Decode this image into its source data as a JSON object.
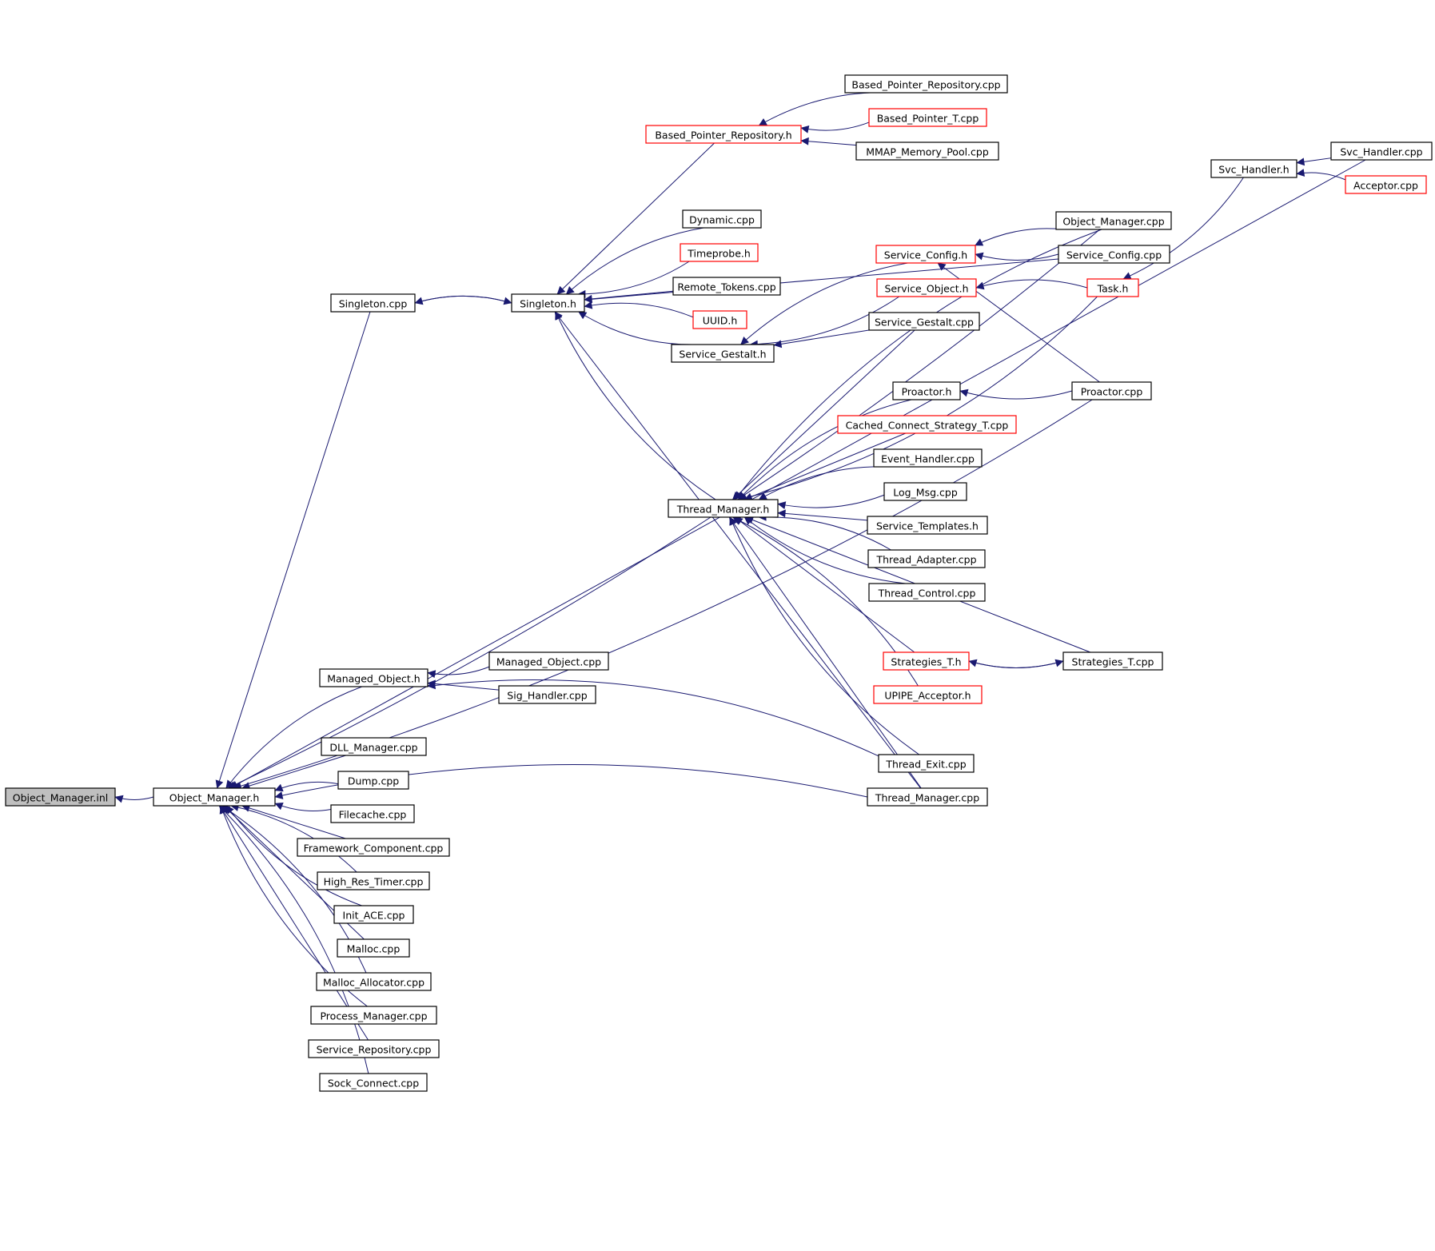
{
  "colors": {
    "edge": "#191970",
    "node_border_normal": "#000000",
    "node_border_truncated": "#ff0000",
    "root_fill": "#bfbfbf",
    "node_fill": "#ffffff"
  },
  "nodes": [
    {
      "id": "n_om_inl",
      "label": "Object_Manager.inl",
      "style": "root"
    },
    {
      "id": "n_om_h",
      "label": "Object_Manager.h",
      "style": "normal"
    },
    {
      "id": "n_singleton_cpp",
      "label": "Singleton.cpp",
      "style": "normal"
    },
    {
      "id": "n_singleton_h",
      "label": "Singleton.h",
      "style": "normal"
    },
    {
      "id": "n_bpr_h",
      "label": "Based_Pointer_Repository.h",
      "style": "truncated"
    },
    {
      "id": "n_bpr_cpp",
      "label": "Based_Pointer_Repository.cpp",
      "style": "normal"
    },
    {
      "id": "n_bpt_cpp",
      "label": "Based_Pointer_T.cpp",
      "style": "truncated"
    },
    {
      "id": "n_mmap_cpp",
      "label": "MMAP_Memory_Pool.cpp",
      "style": "normal"
    },
    {
      "id": "n_dynamic_cpp",
      "label": "Dynamic.cpp",
      "style": "normal"
    },
    {
      "id": "n_timeprobe_h",
      "label": "Timeprobe.h",
      "style": "truncated"
    },
    {
      "id": "n_remote_tokens_cpp",
      "label": "Remote_Tokens.cpp",
      "style": "normal"
    },
    {
      "id": "n_uuid_h",
      "label": "UUID.h",
      "style": "truncated"
    },
    {
      "id": "n_sgestalt_h",
      "label": "Service_Gestalt.h",
      "style": "normal"
    },
    {
      "id": "n_sconfig_h",
      "label": "Service_Config.h",
      "style": "truncated"
    },
    {
      "id": "n_sobject_h",
      "label": "Service_Object.h",
      "style": "truncated"
    },
    {
      "id": "n_sgestalt_cpp",
      "label": "Service_Gestalt.cpp",
      "style": "normal"
    },
    {
      "id": "n_om_cpp",
      "label": "Object_Manager.cpp",
      "style": "normal"
    },
    {
      "id": "n_sconfig_cpp",
      "label": "Service_Config.cpp",
      "style": "normal"
    },
    {
      "id": "n_task_h",
      "label": "Task.h",
      "style": "truncated"
    },
    {
      "id": "n_svc_handler_h",
      "label": "Svc_Handler.h",
      "style": "normal"
    },
    {
      "id": "n_svc_handler_cpp",
      "label": "Svc_Handler.cpp",
      "style": "normal"
    },
    {
      "id": "n_acceptor_cpp",
      "label": "Acceptor.cpp",
      "style": "truncated"
    },
    {
      "id": "n_tm_h",
      "label": "Thread_Manager.h",
      "style": "normal"
    },
    {
      "id": "n_proactor_h",
      "label": "Proactor.h",
      "style": "normal"
    },
    {
      "id": "n_proactor_cpp",
      "label": "Proactor.cpp",
      "style": "normal"
    },
    {
      "id": "n_ccst_cpp",
      "label": "Cached_Connect_Strategy_T.cpp",
      "style": "truncated"
    },
    {
      "id": "n_event_handler_cpp",
      "label": "Event_Handler.cpp",
      "style": "normal"
    },
    {
      "id": "n_log_msg_cpp",
      "label": "Log_Msg.cpp",
      "style": "normal"
    },
    {
      "id": "n_stemplates_h",
      "label": "Service_Templates.h",
      "style": "normal"
    },
    {
      "id": "n_tadapter_cpp",
      "label": "Thread_Adapter.cpp",
      "style": "normal"
    },
    {
      "id": "n_tcontrol_cpp",
      "label": "Thread_Control.cpp",
      "style": "normal"
    },
    {
      "id": "n_strategies_h",
      "label": "Strategies_T.h",
      "style": "truncated"
    },
    {
      "id": "n_strategies_cpp",
      "label": "Strategies_T.cpp",
      "style": "normal"
    },
    {
      "id": "n_upipe_h",
      "label": "UPIPE_Acceptor.h",
      "style": "truncated"
    },
    {
      "id": "n_texit_cpp",
      "label": "Thread_Exit.cpp",
      "style": "normal"
    },
    {
      "id": "n_tm_cpp",
      "label": "Thread_Manager.cpp",
      "style": "normal"
    },
    {
      "id": "n_mo_h",
      "label": "Managed_Object.h",
      "style": "normal"
    },
    {
      "id": "n_mo_cpp",
      "label": "Managed_Object.cpp",
      "style": "normal"
    },
    {
      "id": "n_sig_handler_cpp",
      "label": "Sig_Handler.cpp",
      "style": "normal"
    },
    {
      "id": "n_dll_manager_cpp",
      "label": "DLL_Manager.cpp",
      "style": "normal"
    },
    {
      "id": "n_dump_cpp",
      "label": "Dump.cpp",
      "style": "normal"
    },
    {
      "id": "n_filecache_cpp",
      "label": "Filecache.cpp",
      "style": "normal"
    },
    {
      "id": "n_fwcomp_cpp",
      "label": "Framework_Component.cpp",
      "style": "normal"
    },
    {
      "id": "n_hrtimer_cpp",
      "label": "High_Res_Timer.cpp",
      "style": "normal"
    },
    {
      "id": "n_init_ace_cpp",
      "label": "Init_ACE.cpp",
      "style": "normal"
    },
    {
      "id": "n_malloc_cpp",
      "label": "Malloc.cpp",
      "style": "normal"
    },
    {
      "id": "n_malloc_alloc_cpp",
      "label": "Malloc_Allocator.cpp",
      "style": "normal"
    },
    {
      "id": "n_pm_cpp",
      "label": "Process_Manager.cpp",
      "style": "normal"
    },
    {
      "id": "n_srepo_cpp",
      "label": "Service_Repository.cpp",
      "style": "normal"
    },
    {
      "id": "n_sock_connect_cpp",
      "label": "Sock_Connect.cpp",
      "style": "normal"
    }
  ],
  "edges": [
    [
      "n_om_h",
      "n_om_inl"
    ],
    [
      "n_singleton_cpp",
      "n_om_h"
    ],
    [
      "n_singleton_h",
      "n_singleton_cpp"
    ],
    [
      "n_singleton_cpp",
      "n_singleton_h"
    ],
    [
      "n_bpr_h",
      "n_singleton_h"
    ],
    [
      "n_bpr_cpp",
      "n_bpr_h"
    ],
    [
      "n_bpt_cpp",
      "n_bpr_h"
    ],
    [
      "n_mmap_cpp",
      "n_bpr_h"
    ],
    [
      "n_dynamic_cpp",
      "n_singleton_h"
    ],
    [
      "n_timeprobe_h",
      "n_singleton_h"
    ],
    [
      "n_remote_tokens_cpp",
      "n_singleton_h"
    ],
    [
      "n_uuid_h",
      "n_singleton_h"
    ],
    [
      "n_sgestalt_h",
      "n_singleton_h"
    ],
    [
      "n_sconfig_cpp",
      "n_singleton_h"
    ],
    [
      "n_sconfig_h",
      "n_sgestalt_h"
    ],
    [
      "n_sobject_h",
      "n_sgestalt_h"
    ],
    [
      "n_sgestalt_cpp",
      "n_sgestalt_h"
    ],
    [
      "n_om_cpp",
      "n_sconfig_h"
    ],
    [
      "n_sconfig_cpp",
      "n_sconfig_h"
    ],
    [
      "n_proactor_cpp",
      "n_sconfig_h"
    ],
    [
      "n_task_h",
      "n_sobject_h"
    ],
    [
      "n_svc_handler_h",
      "n_task_h"
    ],
    [
      "n_svc_handler_cpp",
      "n_svc_handler_h"
    ],
    [
      "n_acceptor_cpp",
      "n_svc_handler_h"
    ],
    [
      "n_tm_h",
      "n_singleton_h"
    ],
    [
      "n_tm_cpp",
      "n_singleton_h"
    ],
    [
      "n_om_cpp",
      "n_tm_h"
    ],
    [
      "n_task_h",
      "n_tm_h"
    ],
    [
      "n_sgestalt_cpp",
      "n_tm_h"
    ],
    [
      "n_proactor_h",
      "n_tm_h"
    ],
    [
      "n_proactor_cpp",
      "n_proactor_h"
    ],
    [
      "n_ccst_cpp",
      "n_tm_h"
    ],
    [
      "n_event_handler_cpp",
      "n_tm_h"
    ],
    [
      "n_log_msg_cpp",
      "n_tm_h"
    ],
    [
      "n_stemplates_h",
      "n_tm_h"
    ],
    [
      "n_tadapter_cpp",
      "n_tm_h"
    ],
    [
      "n_tcontrol_cpp",
      "n_tm_h"
    ],
    [
      "n_strategies_h",
      "n_tm_h"
    ],
    [
      "n_strategies_h",
      "n_strategies_cpp"
    ],
    [
      "n_strategies_cpp",
      "n_strategies_h"
    ],
    [
      "n_strategies_cpp",
      "n_tm_h"
    ],
    [
      "n_upipe_h",
      "n_tm_h"
    ],
    [
      "n_texit_cpp",
      "n_tm_h"
    ],
    [
      "n_tm_cpp",
      "n_tm_h"
    ],
    [
      "n_mo_h",
      "n_om_h"
    ],
    [
      "n_mo_cpp",
      "n_mo_h"
    ],
    [
      "n_sig_handler_cpp",
      "n_mo_h"
    ],
    [
      "n_texit_cpp",
      "n_mo_h"
    ],
    [
      "n_om_cpp",
      "n_om_h"
    ],
    [
      "n_svc_handler_cpp",
      "n_om_h"
    ],
    [
      "n_tm_cpp",
      "n_om_h"
    ],
    [
      "n_proactor_cpp",
      "n_om_h"
    ],
    [
      "n_dll_manager_cpp",
      "n_om_h"
    ],
    [
      "n_dump_cpp",
      "n_om_h"
    ],
    [
      "n_filecache_cpp",
      "n_om_h"
    ],
    [
      "n_fwcomp_cpp",
      "n_om_h"
    ],
    [
      "n_hrtimer_cpp",
      "n_om_h"
    ],
    [
      "n_init_ace_cpp",
      "n_om_h"
    ],
    [
      "n_malloc_cpp",
      "n_om_h"
    ],
    [
      "n_malloc_alloc_cpp",
      "n_om_h"
    ],
    [
      "n_pm_cpp",
      "n_om_h"
    ],
    [
      "n_srepo_cpp",
      "n_om_h"
    ],
    [
      "n_sock_connect_cpp",
      "n_om_h"
    ]
  ]
}
